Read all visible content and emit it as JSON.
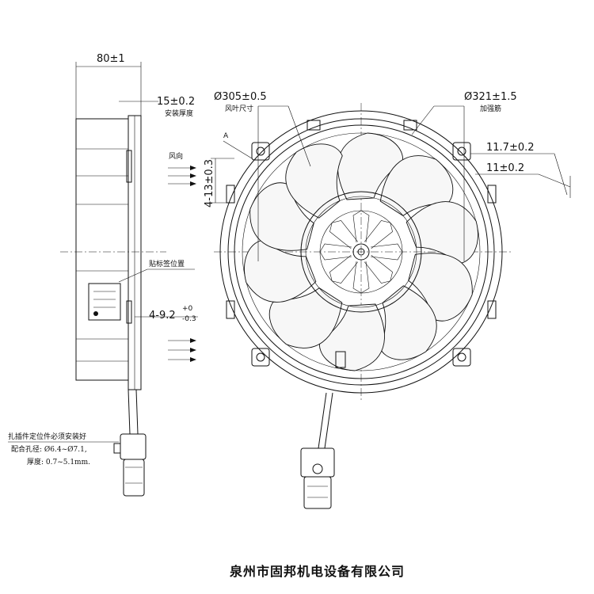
{
  "side_view": {
    "width_dim": "80±1",
    "mount_thickness_dim": "15±0.2",
    "mount_thickness_label": "安装厚度",
    "airflow_label": "风向",
    "label_position": "贴标签位置",
    "hole_dim_main": "4-9.2",
    "hole_dim_upper": "+0",
    "hole_dim_lower": "-0.3",
    "slot_dim": "4-13±0.3",
    "section_mark": "A"
  },
  "connector_note": {
    "line1": "扎插件定位件必须安装好",
    "line2": "配合孔径: Ø6.4~Ø7.1,",
    "line3": "厚度: 0.7~5.1mm."
  },
  "front_view": {
    "blade_dia_dim": "Ø305±0.5",
    "blade_dia_label": "风叶尺寸",
    "rib_dia_dim": "Ø321±1.5",
    "rib_dia_label": "加强筋",
    "offset_dim_1": "11.7±0.2",
    "offset_dim_2": "11±0.2",
    "blade_count": 10
  },
  "footer": {
    "company": "泉州市固邦机电设备有限公司"
  }
}
